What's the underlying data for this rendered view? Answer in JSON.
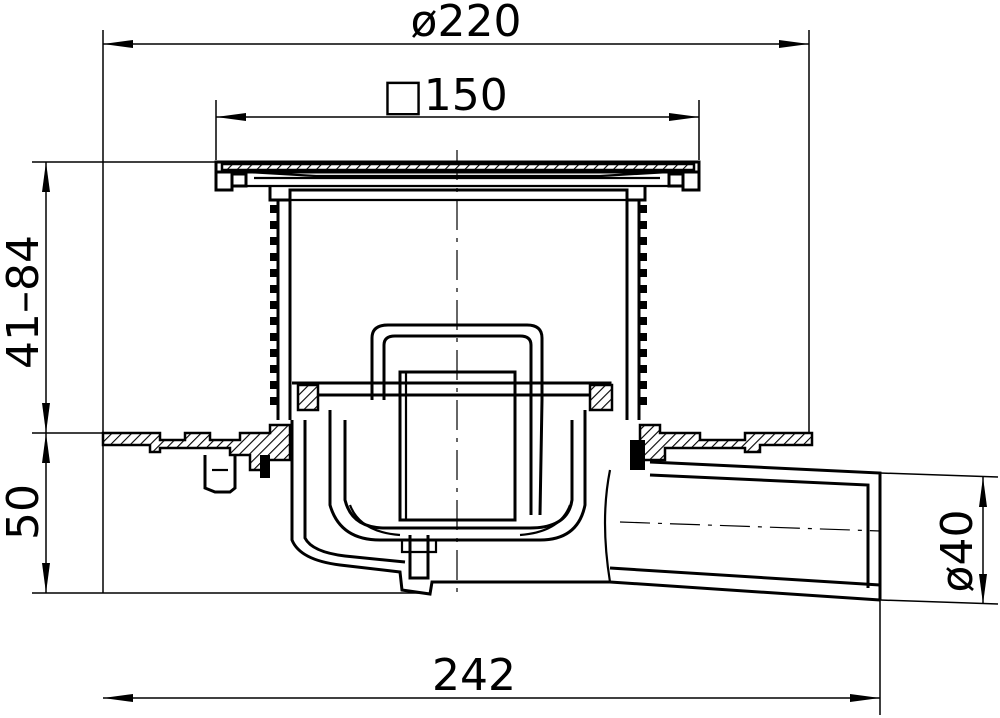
{
  "dimensions": {
    "top_diameter": "ø220",
    "grate_size": "□150",
    "height_range": "41–84",
    "lower_height": "50",
    "outlet_diameter": "ø40",
    "overall_length": "242"
  }
}
